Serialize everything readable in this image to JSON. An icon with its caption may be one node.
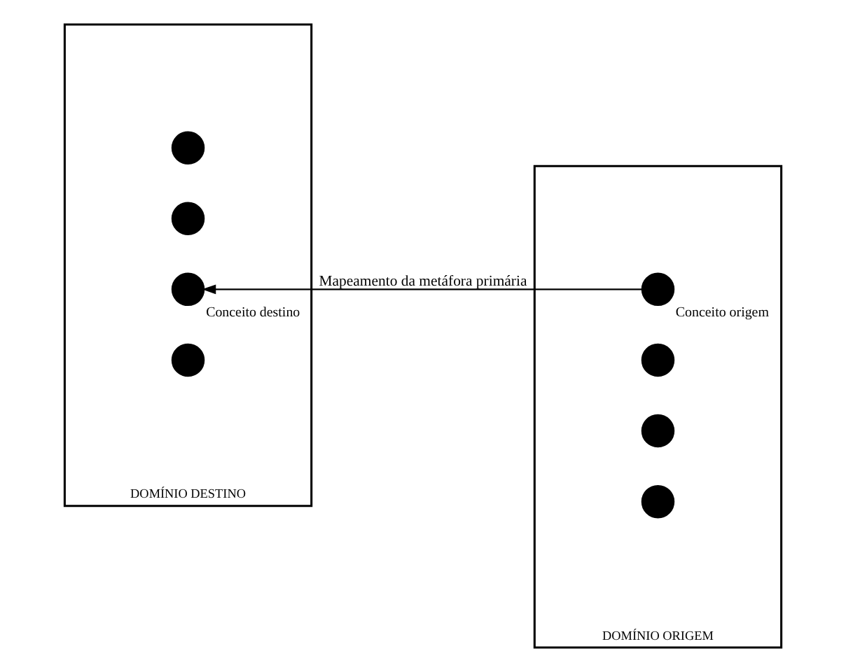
{
  "diagram": {
    "nodes": [
      {
        "text": [
          "DOMÍNIO DESTINO"
        ]
      },
      {
        "text": [],
        "shape": "circle",
        "in": 0
      },
      {
        "text": [],
        "shape": "circle",
        "in": 0
      },
      {
        "text": [],
        "shape": "circle",
        "in": 0,
        "beside": [
          "Conceito destino"
        ]
      },
      {
        "text": [],
        "shape": "circle",
        "in": 0
      },
      {
        "text": [
          "DOMÍNIO ORIGEM"
        ]
      },
      {
        "text": [],
        "shape": "circle",
        "in": 5,
        "beside": [
          "Conceito origem"
        ]
      },
      {
        "text": [],
        "shape": "circle",
        "in": 5
      },
      {
        "text": [],
        "shape": "circle",
        "in": 5
      },
      {
        "text": [],
        "shape": "circle",
        "in": 5
      }
    ],
    "edges": [
      {
        "from": 6,
        "to": 3,
        "arrow": "to",
        "label": "Mapeamento da metáfora primária"
      }
    ]
  }
}
